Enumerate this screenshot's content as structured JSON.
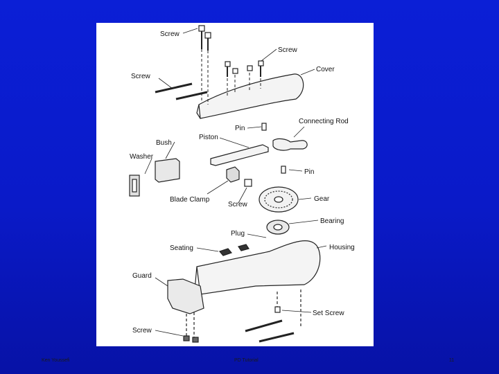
{
  "slide": {
    "footer_left": "Ken Youssefi",
    "footer_center": "PD Tutorial",
    "footer_right": "11"
  },
  "diagram": {
    "labels": {
      "screw_top": "Screw",
      "screw_right": "Screw",
      "screw_left": "Screw",
      "cover": "Cover",
      "pin_top": "Pin",
      "connecting_rod": "Connecting Rod",
      "piston": "Piston",
      "bush": "Bush",
      "washer": "Washer",
      "pin_mid": "Pin",
      "blade_clamp": "Blade Clamp",
      "screw_mid": "Screw",
      "gear": "Gear",
      "bearing": "Bearing",
      "plug": "Plug",
      "housing": "Housing",
      "seating": "Seating",
      "guard": "Guard",
      "set_screw": "Set Screw",
      "screw_bottom": "Screw"
    }
  }
}
